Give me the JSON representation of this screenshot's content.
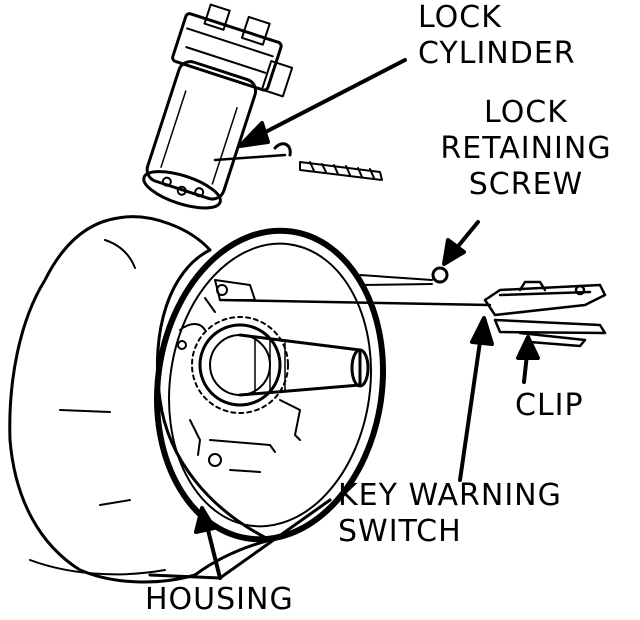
{
  "diagram": {
    "labels": {
      "lock_cylinder": [
        "LOCK",
        "CYLINDER"
      ],
      "lock_retaining_screw": [
        "LOCK",
        "RETAINING",
        "SCREW"
      ],
      "clip": [
        "CLIP"
      ],
      "key_warning_switch": [
        "KEY WARNING",
        "SWITCH"
      ],
      "housing": [
        "HOUSING"
      ]
    },
    "colors": {
      "ink": "#000000",
      "paper": "#ffffff"
    }
  }
}
